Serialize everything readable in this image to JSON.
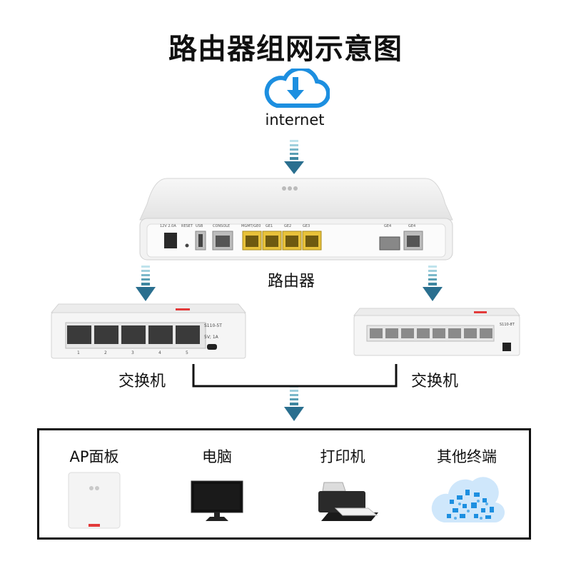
{
  "title": "路由器组网示意图",
  "internet": {
    "label": "internet"
  },
  "router": {
    "label": "路由器",
    "ports": [
      "12V 2.0A",
      "RESET",
      "USB",
      "CONSOLE",
      "MGMT/GE0",
      "GE1",
      "GE2",
      "GE3",
      "GE4",
      "GE4"
    ]
  },
  "switch_left": {
    "label": "交换机",
    "model": "S110-5T",
    "power": "5V; 1A",
    "port_numbers": [
      "1",
      "2",
      "3",
      "4",
      "5"
    ]
  },
  "switch_right": {
    "label": "交换机",
    "model": "S110-8T"
  },
  "devices": [
    {
      "label": "AP面板",
      "icon": "ap-panel-icon"
    },
    {
      "label": "电脑",
      "icon": "monitor-icon"
    },
    {
      "label": "打印机",
      "icon": "printer-icon"
    },
    {
      "label": "其他终端",
      "icon": "device-cloud-icon"
    }
  ],
  "colors": {
    "accent_blue": "#1d8fe0",
    "arrow_teal": "#2a6f8f",
    "port_yellow": "#e8c23a",
    "line": "#111111"
  }
}
